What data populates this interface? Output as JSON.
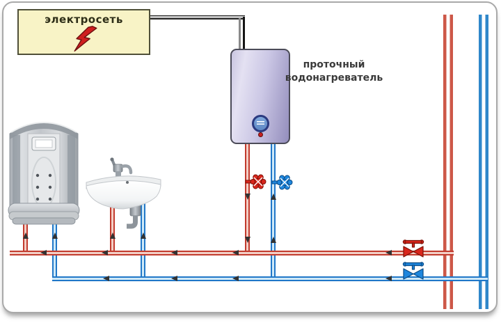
{
  "diagram": {
    "power_supply": {
      "label": "электросеть",
      "box_bg": "#f8f3c6",
      "box_border": "#4f4f38",
      "bolt_color": "#cf1f1f"
    },
    "heater": {
      "label_line1": "проточный",
      "label_line2": "водонагреватель",
      "body_color_left": "#e4e1f2",
      "body_color_right": "#938dbc"
    },
    "colors": {
      "hot_pipe": "#c23b2e",
      "hot_pipe_fill": "#f3cfc6",
      "cold_pipe": "#2077c8",
      "cold_pipe_fill": "#cfe9f8",
      "hot_riser": "#cd5848",
      "cold_riser": "#2f87ca",
      "flow_arrow": "#333333",
      "cable": "#141414",
      "frame_border": "#a9a9a9"
    },
    "components": [
      {
        "name": "power-supply-box",
        "label": "электросеть"
      },
      {
        "name": "flow-water-heater",
        "label": "проточный водонагреватель"
      },
      {
        "name": "shower-cabin",
        "label": ""
      },
      {
        "name": "washbasin",
        "label": ""
      },
      {
        "name": "hot-water-riser",
        "label": ""
      },
      {
        "name": "cold-water-riser",
        "label": ""
      },
      {
        "name": "hot-valve-at-heater",
        "label": ""
      },
      {
        "name": "cold-valve-at-heater",
        "label": ""
      },
      {
        "name": "hot-valve-at-riser",
        "label": ""
      },
      {
        "name": "cold-valve-at-riser",
        "label": ""
      }
    ]
  }
}
